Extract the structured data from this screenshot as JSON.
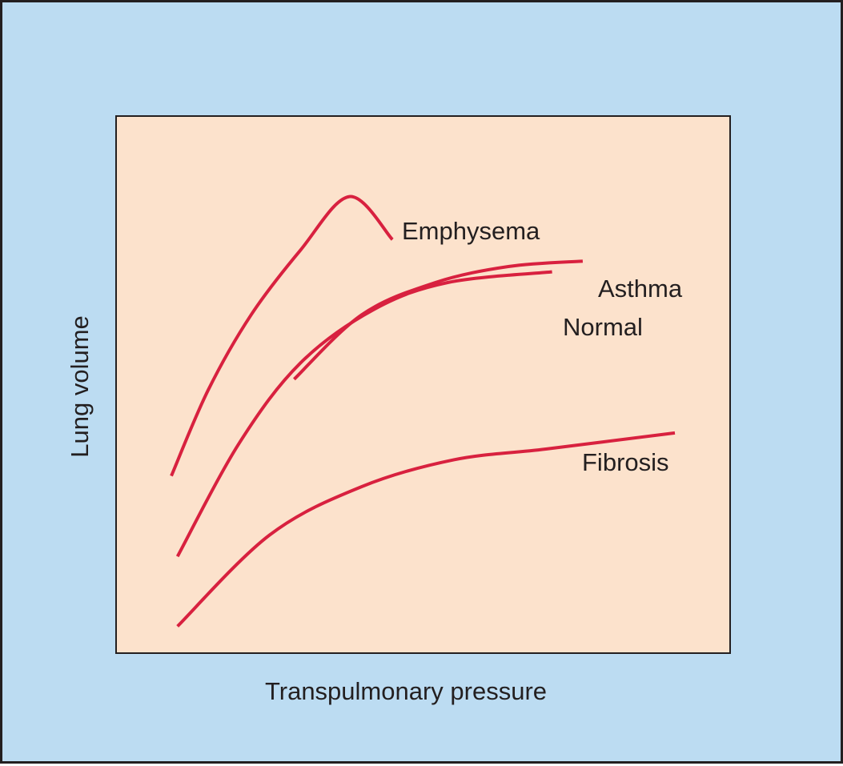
{
  "chart_data": {
    "type": "line",
    "xlabel": "Transpulmonary pressure",
    "ylabel": "Lung volume",
    "xlim": [
      0,
      100
    ],
    "ylim": [
      0,
      100
    ],
    "grid": false,
    "legend": "inline labels at curve ends",
    "series": [
      {
        "name": "Emphysema",
        "x": [
          9,
          15,
          22,
          30,
          38,
          45
        ],
        "y": [
          33,
          49,
          63,
          75,
          85,
          77
        ]
      },
      {
        "name": "Asthma",
        "x": [
          29,
          40,
          52,
          64,
          76
        ],
        "y": [
          51,
          63,
          69,
          72,
          73
        ]
      },
      {
        "name": "Normal",
        "x": [
          10,
          20,
          30,
          42,
          54,
          71
        ],
        "y": [
          18,
          39,
          54,
          64,
          69,
          71
        ]
      },
      {
        "name": "Fibrosis",
        "x": [
          10,
          25,
          40,
          55,
          70,
          91
        ],
        "y": [
          5,
          22,
          31,
          36,
          38,
          41
        ]
      }
    ],
    "colors": {
      "background": "#bcdcf2",
      "plot_area": "#fce2cc",
      "curve": "#d8213f",
      "text": "#231f20"
    }
  }
}
